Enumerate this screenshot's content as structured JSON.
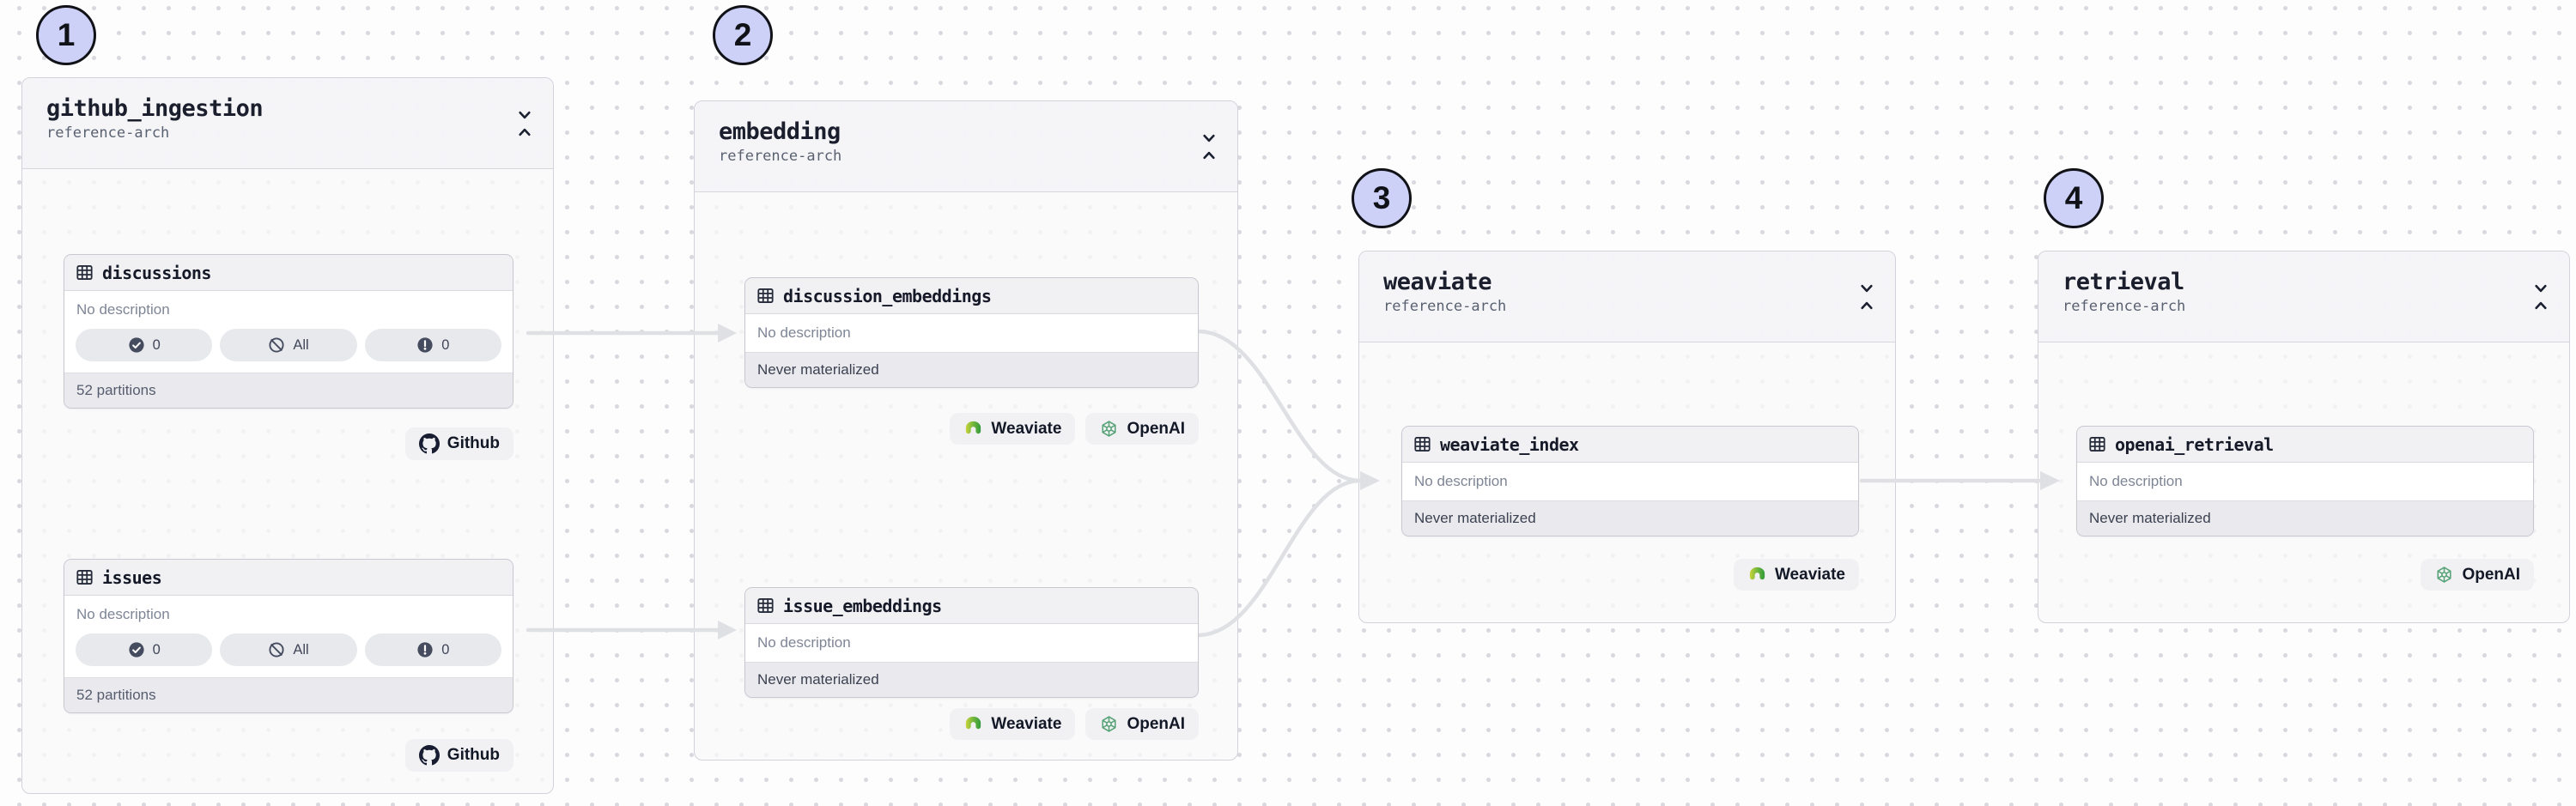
{
  "steps": [
    {
      "label": "1"
    },
    {
      "label": "2"
    },
    {
      "label": "3"
    },
    {
      "label": "4"
    }
  ],
  "groups": [
    {
      "title": "github_ingestion",
      "subtitle": "reference-arch"
    },
    {
      "title": "embedding",
      "subtitle": "reference-arch"
    },
    {
      "title": "weaviate",
      "subtitle": "reference-arch"
    },
    {
      "title": "retrieval",
      "subtitle": "reference-arch"
    }
  ],
  "assets": [
    {
      "name": "discussions",
      "description": "No description",
      "partitions": "52 partitions",
      "checks": [
        {
          "icon": "check-circle",
          "label": "0"
        },
        {
          "icon": "ban-circle",
          "label": "All"
        },
        {
          "icon": "alert-circle",
          "label": "0"
        }
      ],
      "integrations": [
        "Github"
      ]
    },
    {
      "name": "issues",
      "description": "No description",
      "partitions": "52 partitions",
      "checks": [
        {
          "icon": "check-circle",
          "label": "0"
        },
        {
          "icon": "ban-circle",
          "label": "All"
        },
        {
          "icon": "alert-circle",
          "label": "0"
        }
      ],
      "integrations": [
        "Github"
      ]
    },
    {
      "name": "discussion_embeddings",
      "description": "No description",
      "status": "Never materialized",
      "integrations": [
        "Weaviate",
        "OpenAI"
      ]
    },
    {
      "name": "issue_embeddings",
      "description": "No description",
      "status": "Never materialized",
      "integrations": [
        "Weaviate",
        "OpenAI"
      ]
    },
    {
      "name": "weaviate_index",
      "description": "No description",
      "status": "Never materialized",
      "integrations": [
        "Weaviate"
      ]
    },
    {
      "name": "openai_retrieval",
      "description": "No description",
      "status": "Never materialized",
      "integrations": [
        "OpenAI"
      ]
    }
  ],
  "colors": {
    "edge": "#dfe0e4",
    "step_fill": "#cdd1f8",
    "openai_green": "#57a377",
    "weaviate_green": "#2f9c3c",
    "weaviate_yellow": "#c9d33a",
    "github_dark": "#181d31"
  }
}
